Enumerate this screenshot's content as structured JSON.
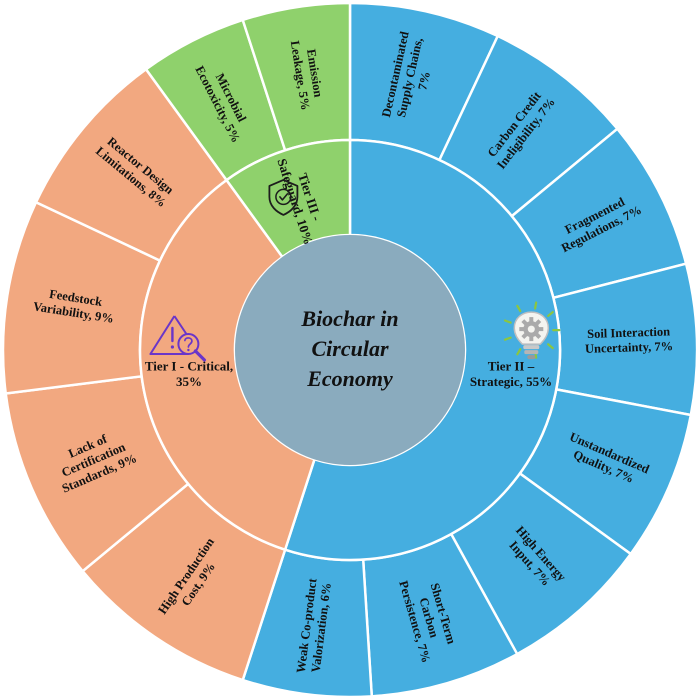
{
  "chart_data": {
    "type": "sunburst",
    "center": [
      "Biochar in",
      "Circular",
      "Economy"
    ],
    "colors": {
      "center": "#8aabbe",
      "tier1": "#f2a880",
      "tier2": "#45aee0",
      "tier3": "#8fd16c",
      "stroke": "#ffffff"
    },
    "tiers": [
      {
        "key": "tier2",
        "value": 55,
        "label": [
          "Tier II –",
          "Strategic, 55%"
        ],
        "icon": "lightbulb-gear-icon",
        "children": [
          {
            "value": 7,
            "label": [
              "Decontaminated",
              "Supply Chains,",
              "7%"
            ]
          },
          {
            "value": 7,
            "label": [
              "Carbon Credit",
              "Ineligibility, 7%"
            ]
          },
          {
            "value": 7,
            "label": [
              "Fragmented",
              "Regulations, 7%"
            ]
          },
          {
            "value": 7,
            "label": [
              "Soil Interaction",
              "Uncertainty, 7%"
            ]
          },
          {
            "value": 7,
            "label": [
              "Unstandardized",
              "Quality, 7%"
            ]
          },
          {
            "value": 7,
            "label": [
              "High Energy",
              "Input, 7%"
            ]
          },
          {
            "value": 7,
            "label": [
              "Short-Term",
              "Carbon",
              "Persistence, 7%"
            ]
          },
          {
            "value": 6,
            "label": [
              "Weak Co-product",
              "Valorization, 6%"
            ]
          }
        ]
      },
      {
        "key": "tier1",
        "value": 35,
        "label": [
          "Tier I - Critical,",
          "35%"
        ],
        "icon": "warning-search-icon",
        "children": [
          {
            "value": 9,
            "label": [
              "High Production",
              "Cost, 9%"
            ]
          },
          {
            "value": 9,
            "label": [
              "Lack of",
              "Certification",
              "Standards, 9%"
            ]
          },
          {
            "value": 9,
            "label": [
              "Feedstock",
              "Variability, 9%"
            ]
          },
          {
            "value": 8,
            "label": [
              "Reactor Design",
              "Limitations, 8%"
            ]
          }
        ]
      },
      {
        "key": "tier3",
        "value": 10,
        "label": [
          "Tier III -",
          "Safeguard, 10%"
        ],
        "icon": "shield-check-icon",
        "children": [
          {
            "value": 5,
            "label": [
              "Microbial",
              "Ecotoxicity, 5%"
            ]
          },
          {
            "value": 5,
            "label": [
              "Emission",
              "Leakage, 5%"
            ]
          }
        ]
      }
    ]
  }
}
